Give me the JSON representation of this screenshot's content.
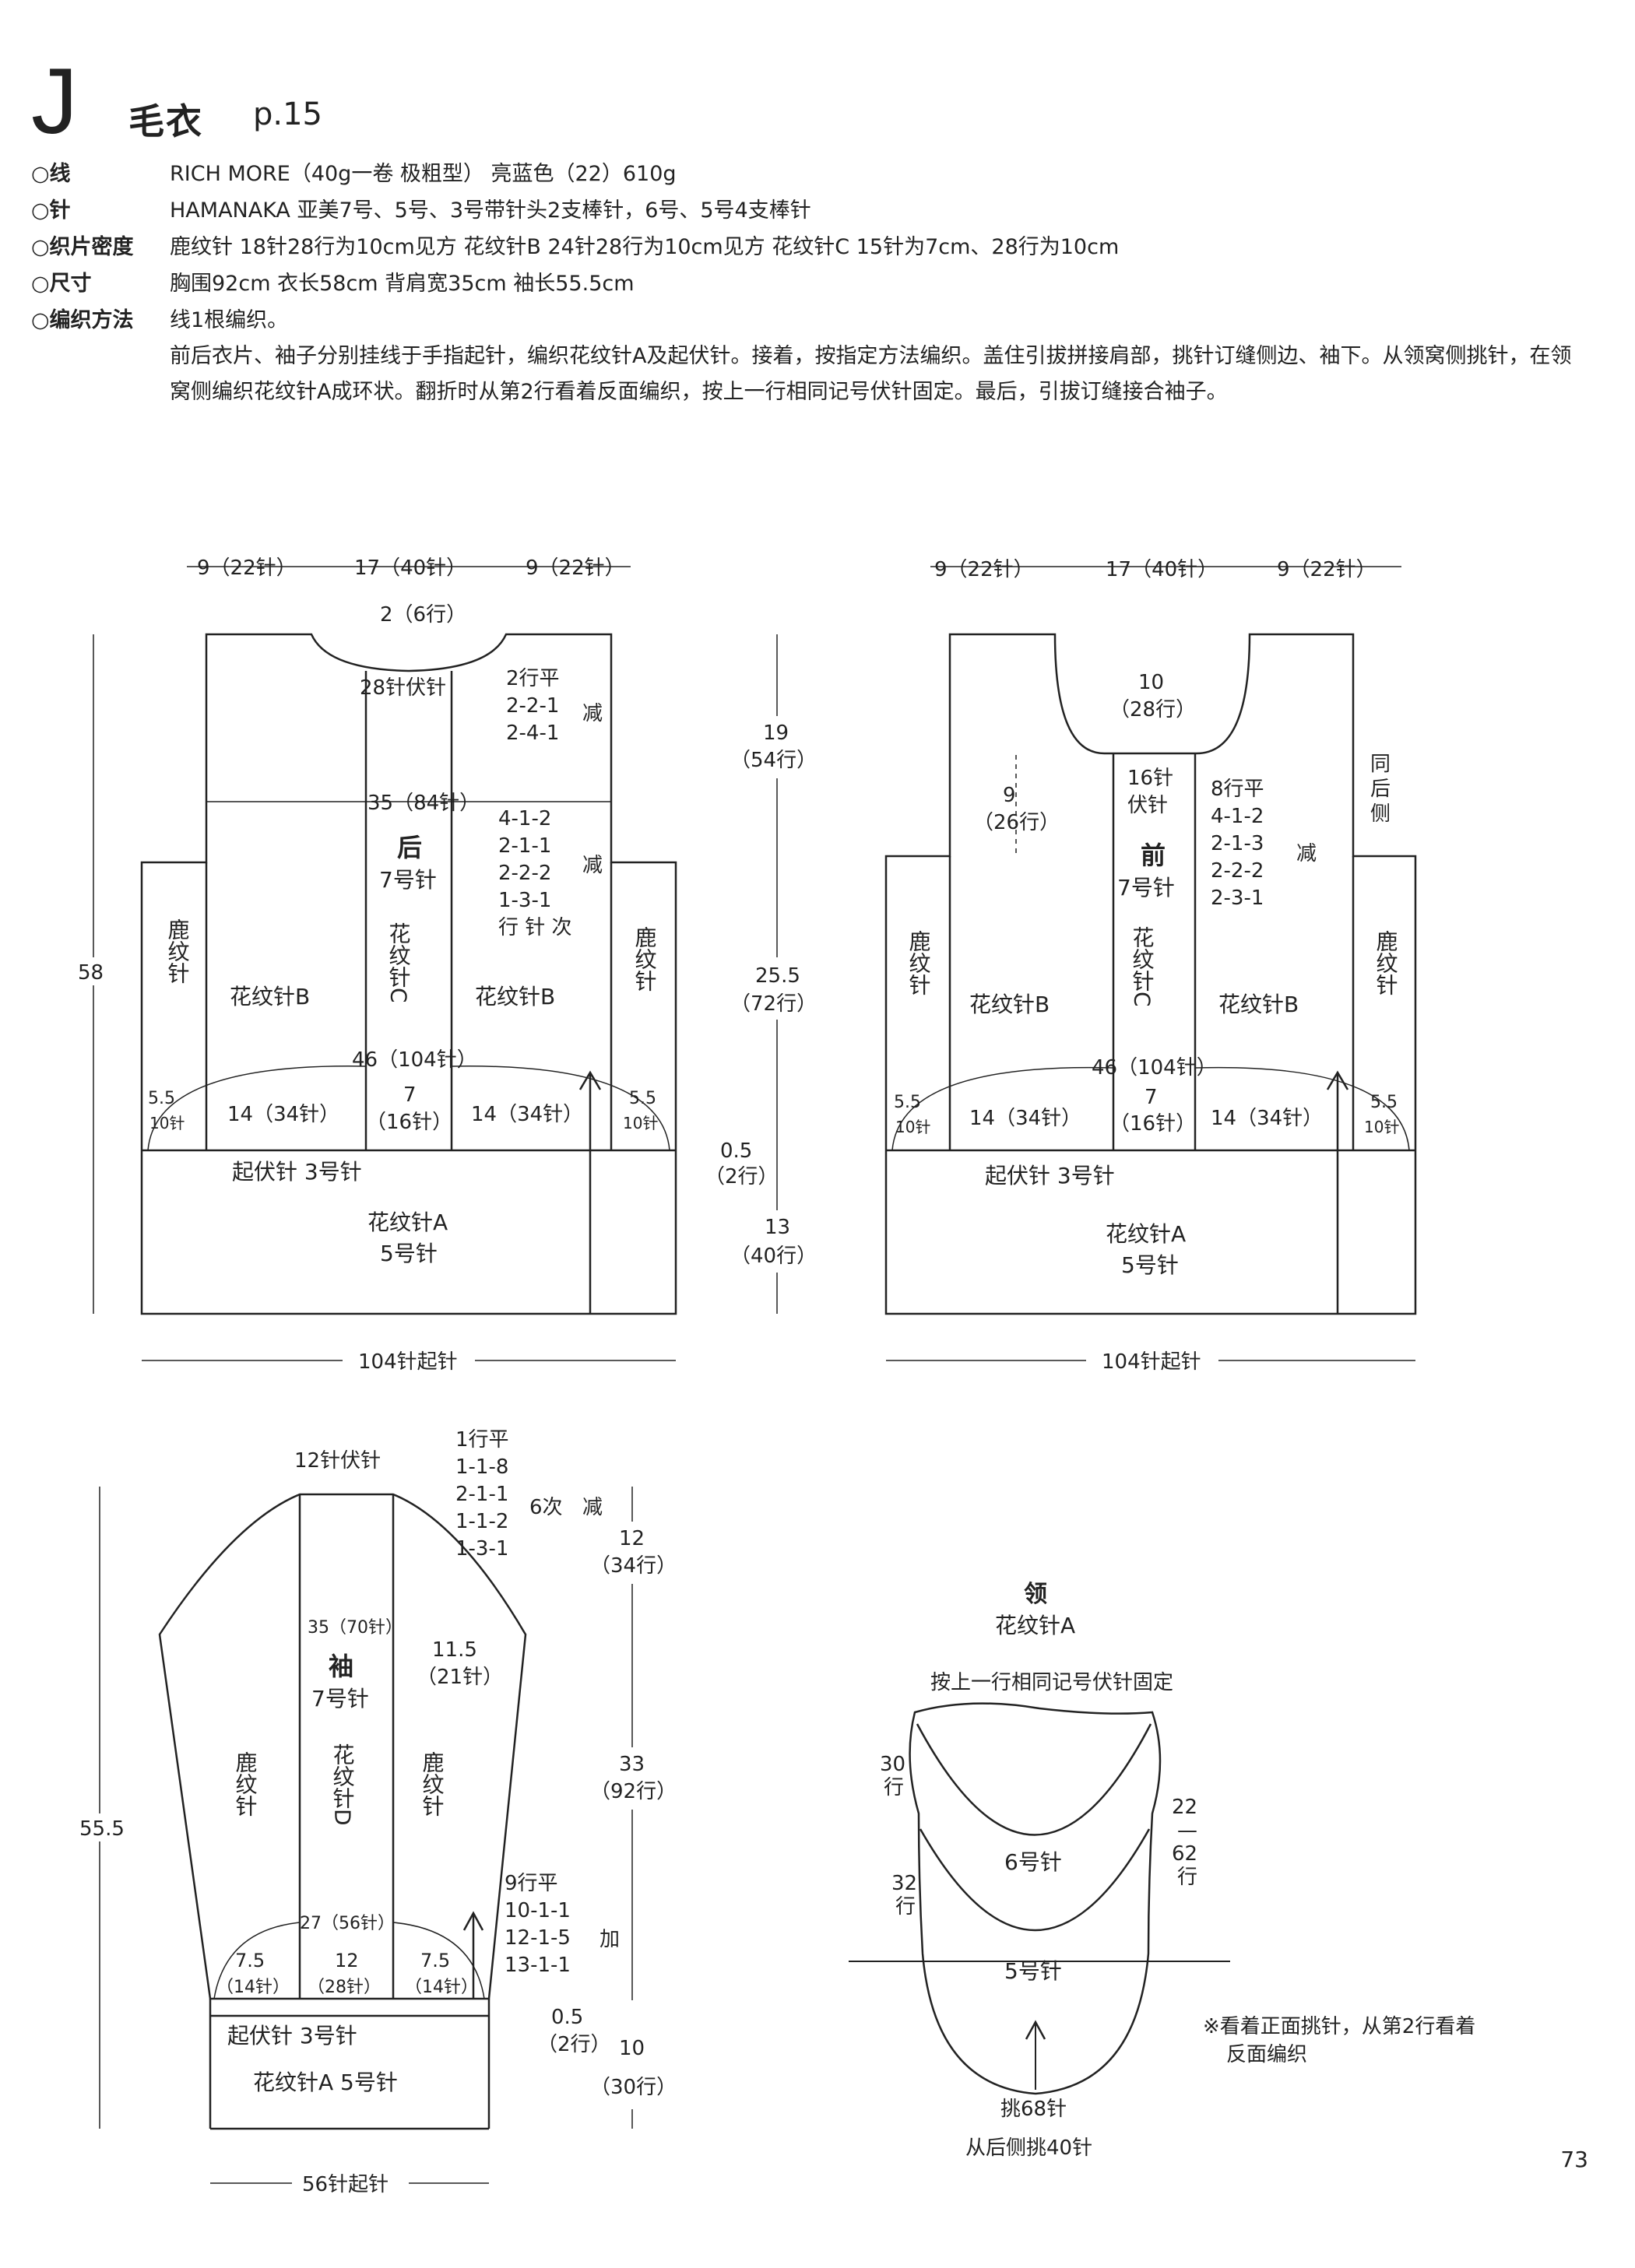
{
  "header": {
    "letter": "J",
    "title": "毛衣",
    "page_ref": "p.15"
  },
  "specs": [
    {
      "label": "○线",
      "value": "RICH MORE（40g一卷 极粗型） 亮蓝色（22）610g"
    },
    {
      "label": "○针",
      "value": "HAMANAKA 亚美7号、5号、3号带针头2支棒针，6号、5号4支棒针"
    },
    {
      "label": "○织片密度",
      "value": "鹿纹针 18针28行为10cm见方 花纹针B 24针28行为10cm见方 花纹针C 15针为7cm、28行为10cm"
    },
    {
      "label": "○尺寸",
      "value": "胸围92cm 衣长58cm 背肩宽35cm 袖长55.5cm"
    },
    {
      "label": "○编织方法",
      "value": "线1根编织。"
    }
  ],
  "method_text": "前后衣片、袖子分别挂线于手指起针，编织花纹针A及起伏针。接着，按指定方法编织。盖住引拔拼接肩部，挑针订缝侧边、袖下。从领窝侧挑针，在领窝侧编织花纹针A成环状。翻折时从第2行看着反面编织，按上一行相同记号伏针固定。最后，引拔订缝接合袖子。",
  "back": {
    "top_dims": [
      "9（22针）",
      "17（40针）",
      "9（22针）"
    ],
    "neck_rows": "2（6行）",
    "neck_bind": "28针伏针",
    "neck_dec": [
      "2行平",
      "2-2-1",
      "2-4-1"
    ],
    "dec_label": "减",
    "width_35": "35（84针）",
    "armhole_dec": [
      "4-1-2",
      "2-1-1",
      "2-2-2",
      "1-3-1",
      "行 针 次"
    ],
    "name": "后",
    "needle": "7号针",
    "center": "花纹针C",
    "side_left": "鹿纹针",
    "side_right": "鹿纹针",
    "pattern_b": "花纹针B",
    "width_46": "46（104针）",
    "hem_vals": [
      "5.5",
      "10针",
      "14（34针）",
      "7",
      "（16针）",
      "14（34针）",
      "5.5",
      "10针"
    ],
    "garter": "起伏针 3号针",
    "pattern_a": "花纹针A",
    "needle_a": "5号针",
    "height": "58",
    "cast_on": "104针起针"
  },
  "mid_dims": [
    "19",
    "（54行）",
    "25.5",
    "（72行）",
    "0.5",
    "（2行）",
    "13",
    "（40行）"
  ],
  "front": {
    "top_dims": [
      "9（22针）",
      "17（40针）",
      "9（22针）"
    ],
    "neck_depth": [
      "10",
      "（28行）"
    ],
    "side_rows": [
      "9",
      "（26行）"
    ],
    "neck_bind": [
      "16针",
      "伏针"
    ],
    "neck_dec": [
      "8行平",
      "4-1-2",
      "2-1-3",
      "2-2-2",
      "2-3-1"
    ],
    "dec_label": "减",
    "same_as_back": [
      "同",
      "后",
      "侧"
    ],
    "name": "前",
    "needle": "7号针",
    "center": "花纹针C",
    "side_left": "鹿纹针",
    "side_right": "鹿纹针",
    "pattern_b": "花纹针B",
    "width_46": "46（104针）",
    "hem_vals": [
      "5.5",
      "10针",
      "14（34针）",
      "7",
      "（16针）",
      "14（34针）",
      "5.5",
      "10针"
    ],
    "garter": "起伏针 3号针",
    "pattern_a": "花纹针A",
    "needle_a": "5号针",
    "cast_on": "104针起针"
  },
  "sleeve": {
    "top_bind": "12针伏针",
    "cap_dec": [
      "1行平",
      "1-1-8",
      "2-1-1",
      "1-1-2",
      "1-3-1"
    ],
    "cap_times": "6次",
    "dec_label": "减",
    "cap_rows": [
      "12",
      "（34行）"
    ],
    "width_35": "35（70针）",
    "side_115": [
      "11.5",
      "（21针）"
    ],
    "name": "袖",
    "needle": "7号针",
    "center": "花纹针D",
    "side_left": "鹿纹针",
    "side_right": "鹿纹针",
    "height": "55.5",
    "body_rows": [
      "33",
      "（92行）"
    ],
    "inc": [
      "9行平",
      "10-1-1",
      "12-1-5",
      "13-1-1"
    ],
    "inc_label": "加",
    "width_27": "27（56针）",
    "hem_vals": [
      "7.5",
      "（14针）",
      "12",
      "（28针）",
      "7.5",
      "（14针）"
    ],
    "low_rows": [
      "0.5",
      "（2行）",
      "10",
      "（30行）"
    ],
    "garter": "起伏针 3号针",
    "pattern_a": "花纹针A 5号针",
    "cast_on": "56针起针"
  },
  "collar": {
    "title": "领",
    "pattern": "花纹针A",
    "note_top": "按上一行相同记号伏针固定",
    "rows_30": [
      "30",
      "行"
    ],
    "rows_22": [
      "22",
      "—",
      "62",
      "行"
    ],
    "rows_32": [
      "32",
      "行"
    ],
    "needle_6": "6号针",
    "needle_5": "5号针",
    "pickup": "挑68针",
    "pickup_back": "从后侧挑40针",
    "note": [
      "※看着正面挑针，从第2行看着",
      "反面编织"
    ]
  },
  "page_number": "73"
}
